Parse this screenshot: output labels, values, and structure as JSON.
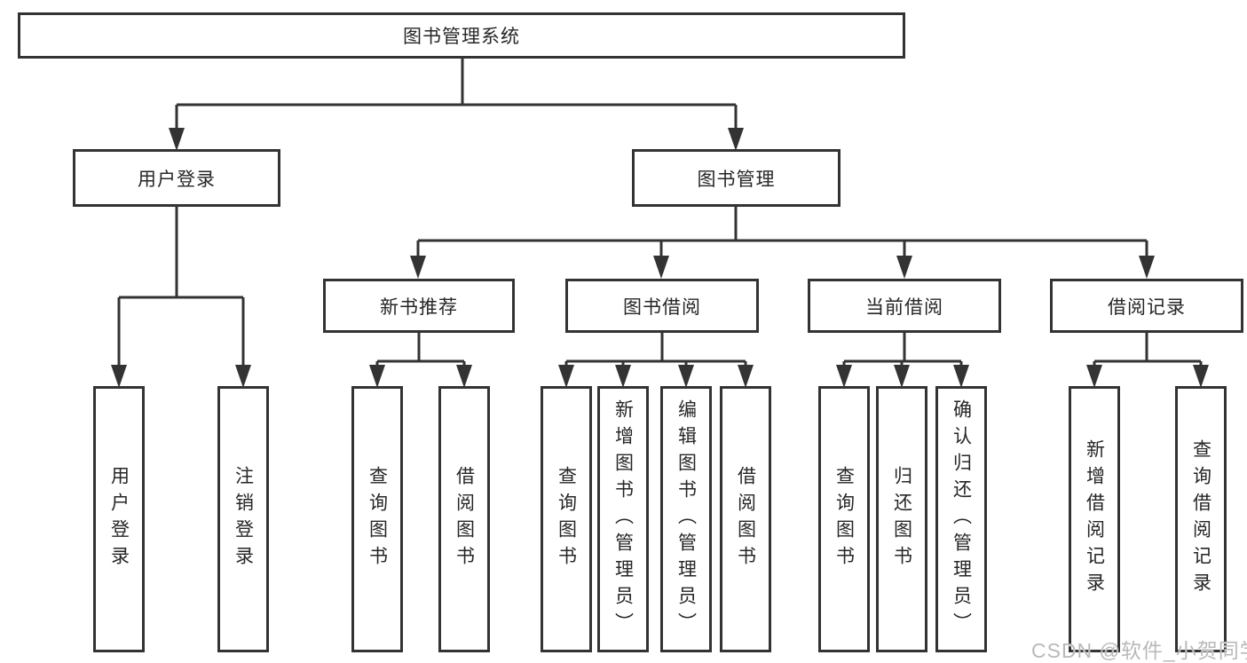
{
  "diagram": {
    "root": {
      "label": "图书管理系统"
    },
    "user_login": {
      "label": "用户登录",
      "children": {
        "login": {
          "label": "用户登录"
        },
        "logout": {
          "label": "注销登录"
        }
      }
    },
    "book_mgmt": {
      "label": "图书管理",
      "children": {
        "new_books": {
          "label": "新书推荐",
          "children": {
            "query_books": {
              "label": "查询图书"
            },
            "borrow_books": {
              "label": "借阅图书"
            }
          }
        },
        "borrowing": {
          "label": "图书借阅",
          "children": {
            "query_books": {
              "label": "查询图书"
            },
            "add_books": {
              "label": "新增图书（管理员）"
            },
            "edit_books": {
              "label": "编辑图书（管理员）"
            },
            "borrow_books": {
              "label": "借阅图书"
            }
          }
        },
        "current": {
          "label": "当前借阅",
          "children": {
            "query_books": {
              "label": "查询图书"
            },
            "return_books": {
              "label": "归还图书"
            },
            "confirm_return": {
              "label": "确认归还（管理员）"
            }
          }
        },
        "records": {
          "label": "借阅记录",
          "children": {
            "add_record": {
              "label": "新增借阅记录"
            },
            "query_record": {
              "label": "查询借阅记录"
            }
          }
        }
      }
    }
  },
  "watermark": {
    "text": "CSDN @软件_小贺同学"
  },
  "colors": {
    "line": "#333333",
    "text": "#262626",
    "background": "#ffffff",
    "watermark": "#b9b9b9"
  }
}
